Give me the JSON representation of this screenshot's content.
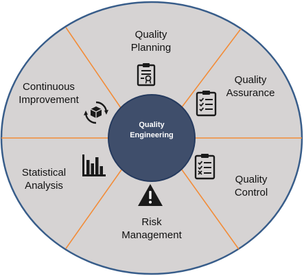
{
  "hub": {
    "line1": "Quality",
    "line2": "Engineering"
  },
  "segments": [
    {
      "line1": "Quality",
      "line2": "Planning",
      "icon": "clipboard-certificate-icon"
    },
    {
      "line1": "Quality",
      "line2": "Assurance",
      "icon": "checklist-icon"
    },
    {
      "line1": "Quality",
      "line2": "Control",
      "icon": "checklist-x-icon"
    },
    {
      "line1": "Risk",
      "line2": "Management",
      "icon": "warning-triangle-icon"
    },
    {
      "line1": "Statistical",
      "line2": "Analysis",
      "icon": "bar-chart-icon"
    },
    {
      "line1": "Continuous",
      "line2": "Improvement",
      "icon": "cycle-box-icon"
    }
  ],
  "colors": {
    "wheel_fill": "#d6d3d3",
    "wheel_stroke": "#385d8a",
    "divider": "#f28c38",
    "hub_fill": "#3f4e6b",
    "hub_stroke": "#253a5e",
    "icon": "#1a1a1a"
  }
}
